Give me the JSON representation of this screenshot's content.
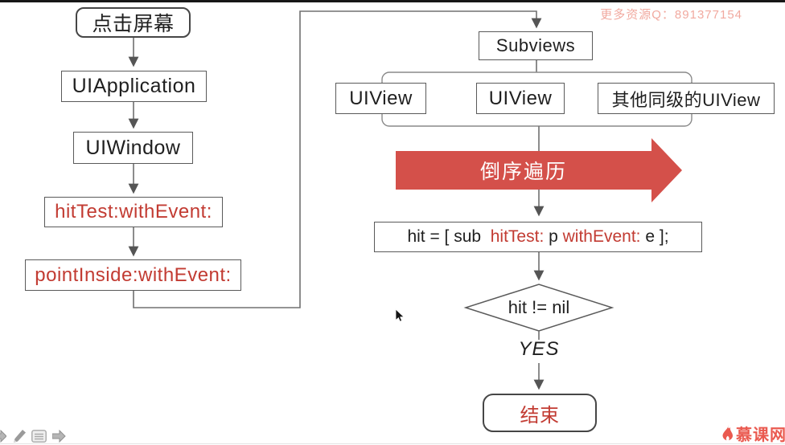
{
  "watermark": {
    "text": "更多资源Q：891377154",
    "color": "#ef9b8f"
  },
  "nodes": {
    "start": "点击屏幕",
    "uiapplication": "UIApplication",
    "uiwindow": "UIWindow",
    "hittest": "hitTest:withEvent:",
    "pointinside": "pointInside:withEvent:",
    "subviews": "Subviews",
    "uiview_1": "UIView",
    "uiview_2": "UIView",
    "sibling_views": "其他同级的UIView",
    "traverse_label": "倒序遍历",
    "condition": "hit != nil",
    "condition_yes": "YES",
    "end": "结束"
  },
  "expression": {
    "prefix": "hit = [ sub  ",
    "hittest": "hitTest:",
    "mid": " p ",
    "withevent": "withEvent:",
    "suffix": " e ];"
  },
  "colors": {
    "accent_red_text": "#c23b32",
    "traverse_arrow_red": "#d4504a",
    "watermark_pink": "#ef9b8f",
    "logo_red": "#ea5a50",
    "box_border_gray": "#5a5a5a",
    "connector_gray": "#707070"
  },
  "toolbar": {
    "icons": [
      "back-arrow",
      "pencil",
      "notes",
      "forward-arrow"
    ]
  },
  "logo": {
    "text": "慕课网"
  }
}
